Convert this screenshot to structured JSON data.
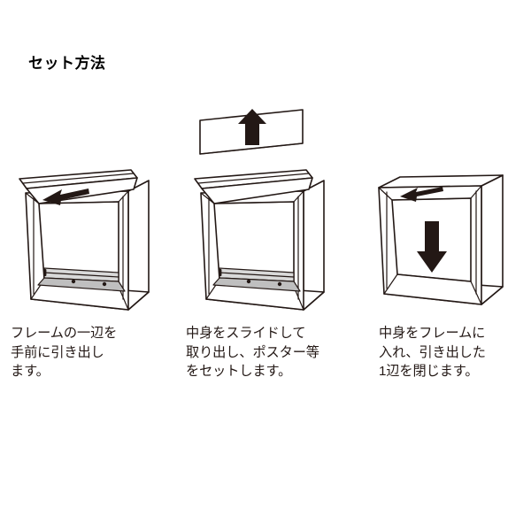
{
  "page": {
    "background_color": "#ffffff",
    "ink_color": "#231815",
    "title": "セット方法"
  },
  "steps": [
    {
      "index": "1",
      "caption": "フレームの一辺を\n手前に引き出し\nます。",
      "figure": {
        "name": "frame-open-top-edge",
        "description": "額縁の上辺を手前に引き出した立体図",
        "arrows": [
          {
            "name": "pull-forward-arrow",
            "direction": "left-down",
            "style": "solid"
          }
        ],
        "has_bottom_rail": true
      }
    },
    {
      "index": "2",
      "caption": "中身をスライドして\n取り出し、ポスター等\nをセットします。",
      "figure": {
        "name": "frame-slide-out-insert",
        "description": "中身を上方向にスライドして取り出す立体図",
        "arrows": [
          {
            "name": "slide-up-arrow",
            "direction": "up",
            "style": "solid"
          }
        ],
        "has_bottom_rail": true,
        "has_insert_panel": true
      }
    },
    {
      "index": "3",
      "caption": "中身をフレームに\n入れ、引き出した\n1辺を閉じます。",
      "figure": {
        "name": "frame-closed-insert-in",
        "description": "中身を差し込み上辺を閉じた立体図",
        "arrows": [
          {
            "name": "insert-down-arrow",
            "direction": "down",
            "style": "solid"
          },
          {
            "name": "close-edge-arrow",
            "direction": "left-down",
            "style": "solid"
          }
        ],
        "has_bottom_rail": false
      }
    }
  ]
}
